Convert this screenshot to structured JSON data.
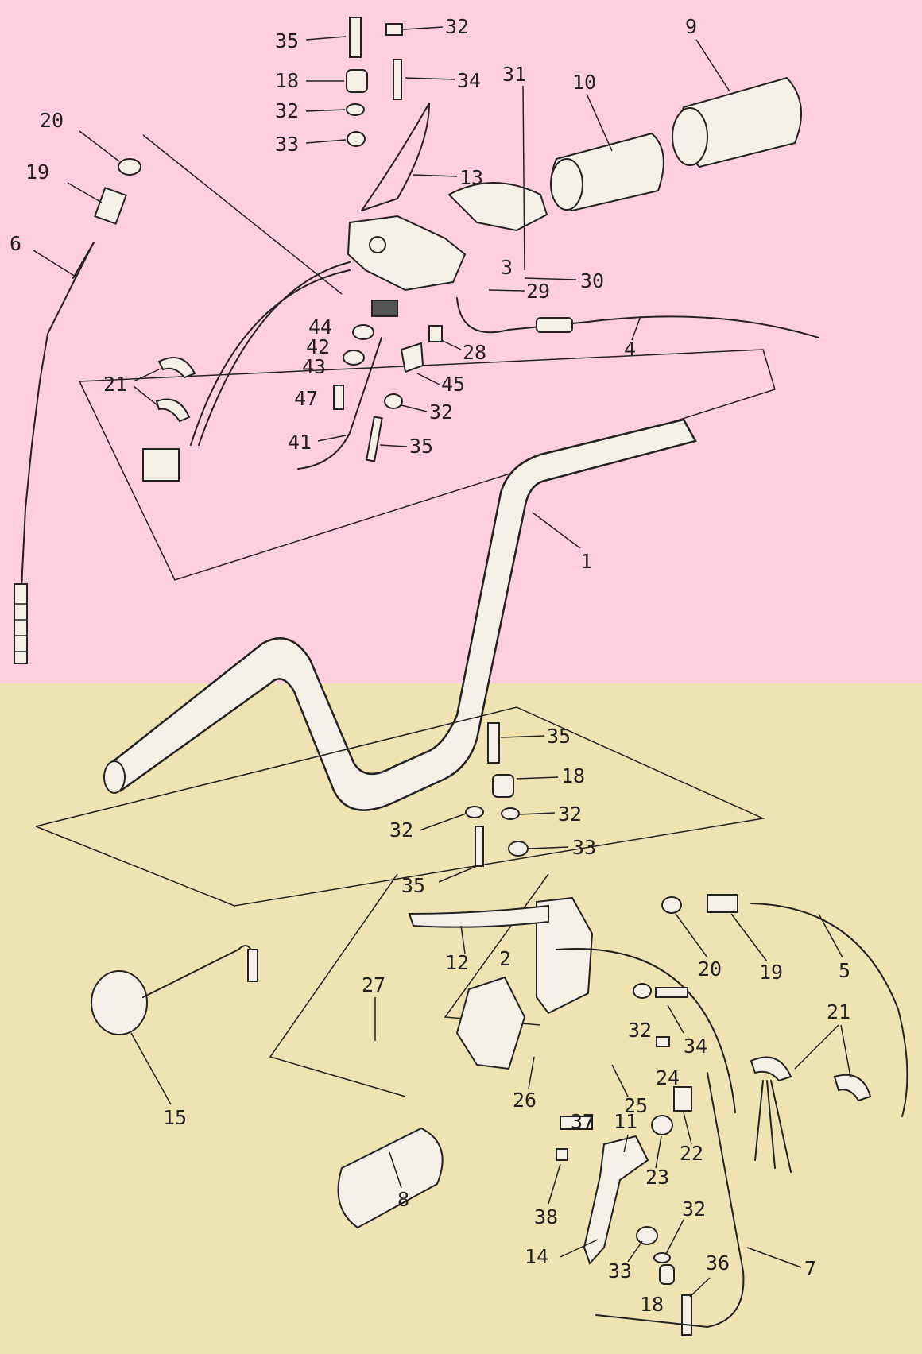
{
  "colors": {
    "upper_background": "#ffcfe0",
    "lower_background": "#efe3b3",
    "ink": "#222222"
  },
  "callouts": {
    "n35_top": "35",
    "n32_top": "32",
    "n18_top": "18",
    "n34_top": "34",
    "n32_top2": "32",
    "n33_top": "33",
    "n31": "31",
    "n10": "10",
    "n9": "9",
    "n20_left": "20",
    "n19_left": "19",
    "n13": "13",
    "n6": "6",
    "n3": "3",
    "n30": "30",
    "n29": "29",
    "n4": "4",
    "n44": "44",
    "n42": "42",
    "n43": "43",
    "n47": "47",
    "n28": "28",
    "n45": "45",
    "n32_mid": "32",
    "n21_left": "21",
    "n41": "41",
    "n35_mid": "35",
    "n1": "1",
    "n35_low": "35",
    "n18_low": "18",
    "n32_low_left": "32",
    "n32_low_right": "32",
    "n33_low": "33",
    "n35_low2": "35",
    "n12": "12",
    "n2": "2",
    "n20_right": "20",
    "n19_right": "19",
    "n5": "5",
    "n27": "27",
    "n32_low3": "32",
    "n34_low": "34",
    "n21_right": "21",
    "n24": "24",
    "n26": "26",
    "n25": "25",
    "n15": "15",
    "n37": "37",
    "n11": "11",
    "n22": "22",
    "n23": "23",
    "n8": "8",
    "n38": "38",
    "n32_low4": "32",
    "n14": "14",
    "n33_low2": "33",
    "n36": "36",
    "n7": "7",
    "n18_low2": "18"
  },
  "icons": [
    "handlebar-icon",
    "grip-icon",
    "lever-icon",
    "switch-housing-icon",
    "cable-icon",
    "mirror-icon",
    "bolt-icon",
    "nut-icon",
    "washer-icon"
  ]
}
